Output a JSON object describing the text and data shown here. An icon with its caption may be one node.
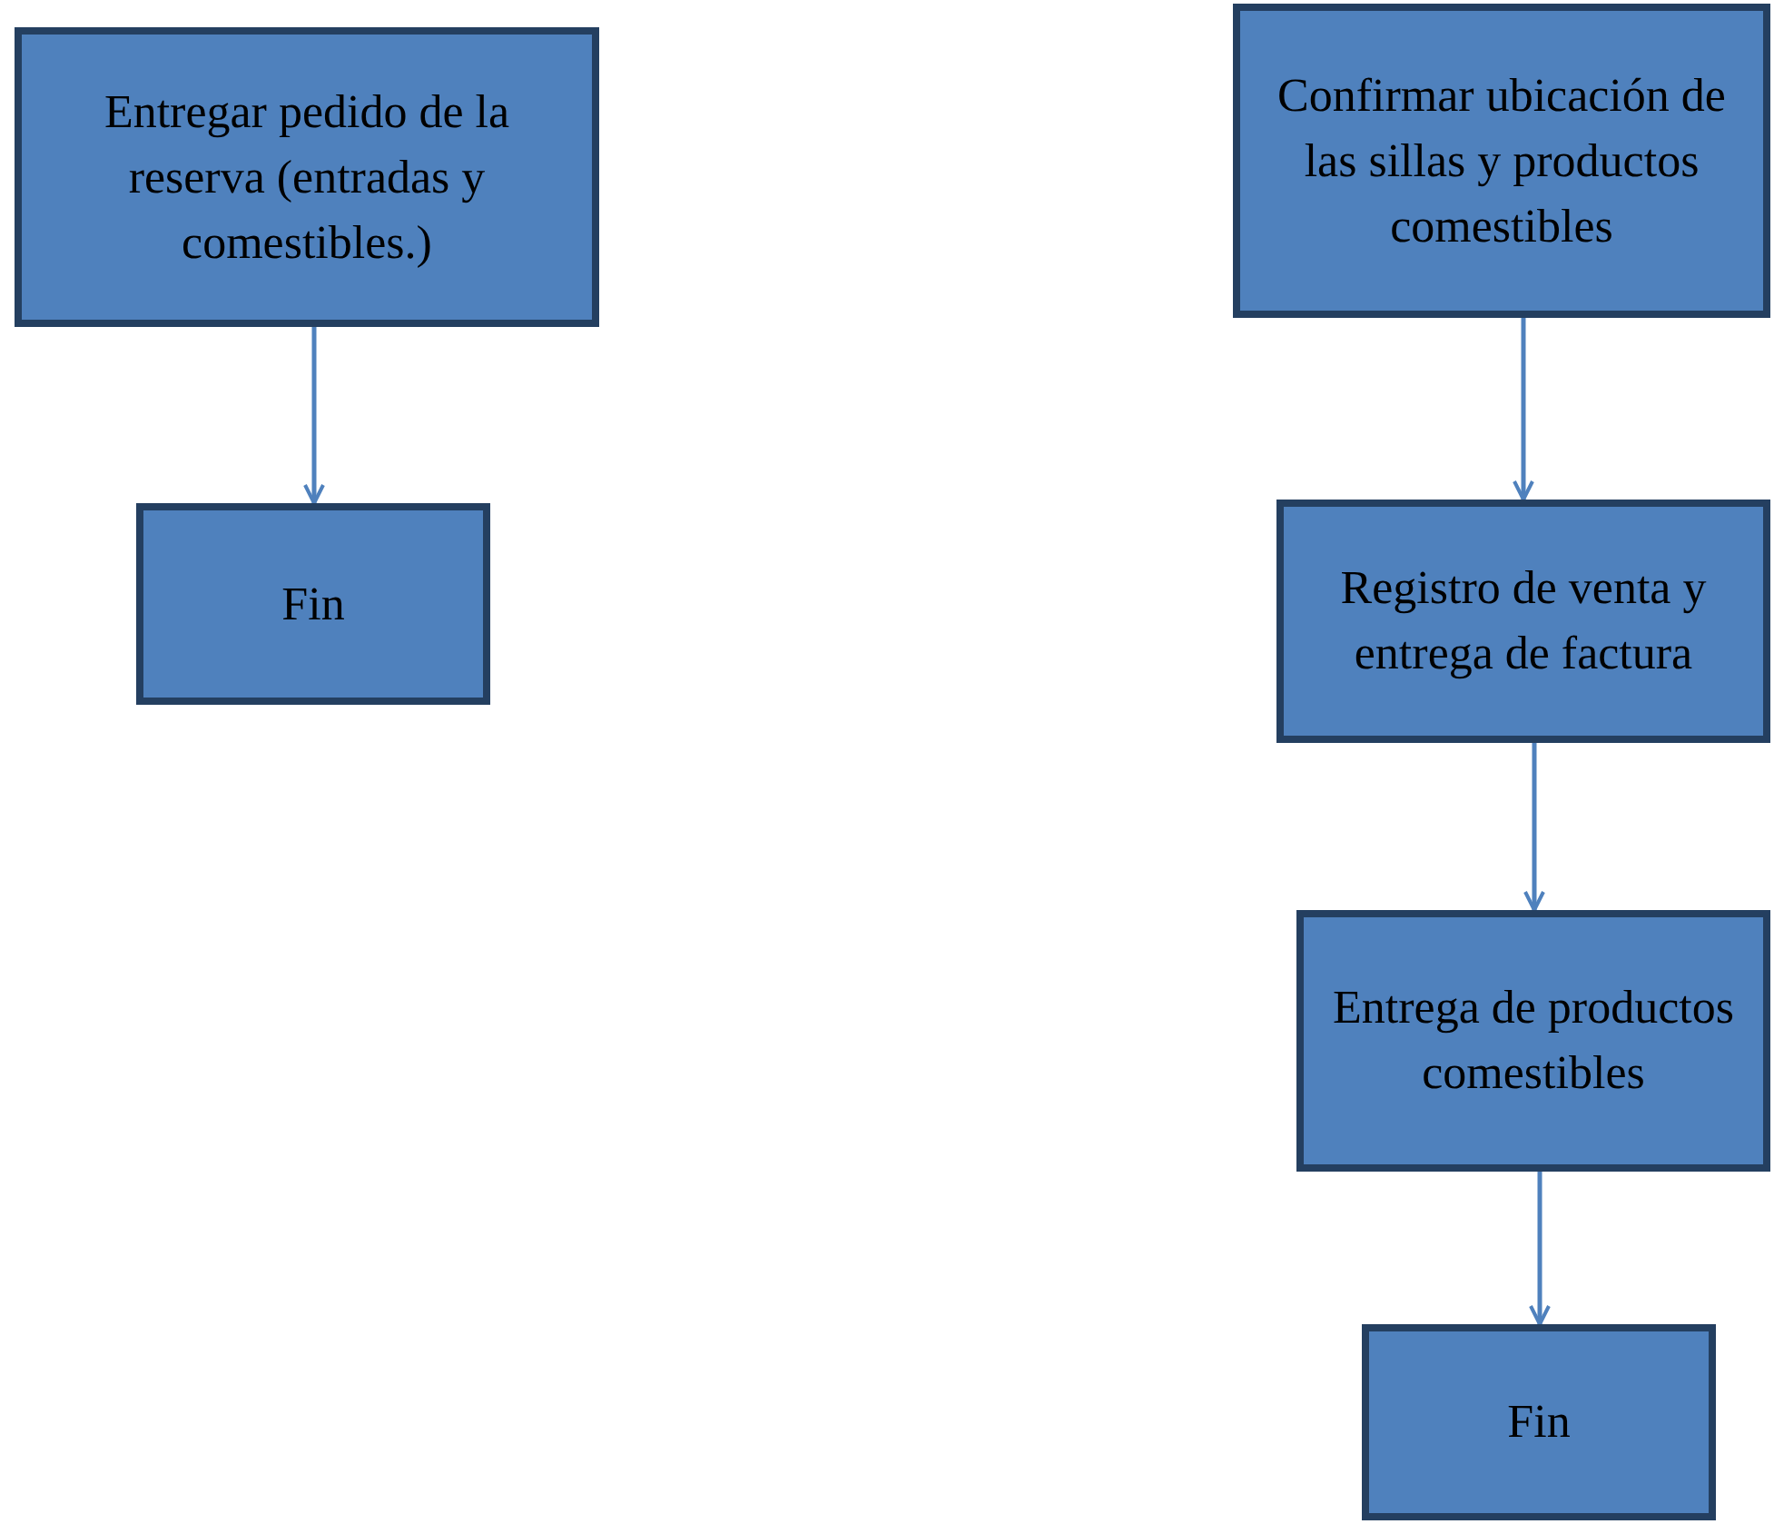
{
  "diagram": {
    "nodes": [
      {
        "text": [
          "Entregar pedido de la reserva (entradas y comestibles.)"
        ]
      },
      {
        "text": [
          "Fin"
        ]
      },
      {
        "text": [
          "Confirmar ubicación de las sillas y productos comestibles"
        ]
      },
      {
        "text": [
          "Registro de venta y entrega de factura"
        ]
      },
      {
        "text": [
          "Entrega de productos comestibles"
        ]
      },
      {
        "text": [
          "Fin"
        ]
      }
    ],
    "edges": [
      {
        "from": 0,
        "to": 1,
        "arrow": "to"
      },
      {
        "from": 2,
        "to": 3,
        "arrow": "to"
      },
      {
        "from": 3,
        "to": 4,
        "arrow": "to"
      },
      {
        "from": 4,
        "to": 5,
        "arrow": "to"
      }
    ]
  }
}
